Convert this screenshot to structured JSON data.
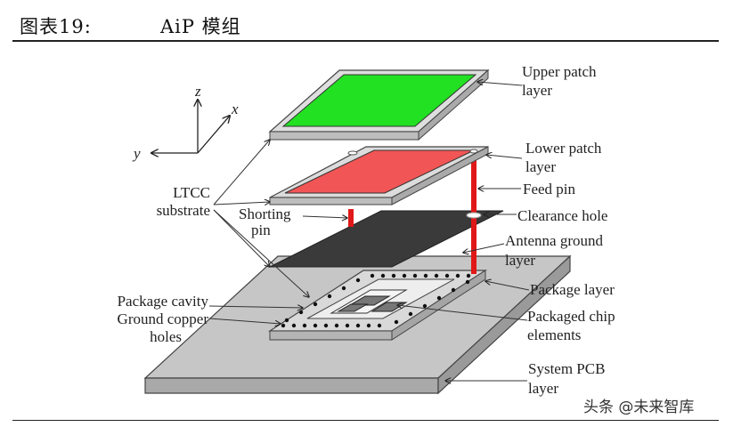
{
  "caption": {
    "figure_no": "图表19:",
    "title": "AiP 模组"
  },
  "watermark": "头条 @未来智库",
  "axes": {
    "z": "z",
    "x": "x",
    "y": "y"
  },
  "labels": {
    "upper_patch_1": "Upper patch",
    "upper_patch_2": "layer",
    "lower_patch_1": "Lower patch",
    "lower_patch_2": "layer",
    "feed_pin": "Feed pin",
    "clearance_hole": "Clearance hole",
    "antenna_ground_1": "Antenna ground",
    "antenna_ground_2": "layer",
    "package_layer": "Package layer",
    "packaged_chip_1": "Packaged chip",
    "packaged_chip_2": "elements",
    "system_pcb_1": "System PCB",
    "system_pcb_2": "layer",
    "ltcc_1": "LTCC",
    "ltcc_2": "substrate",
    "shorting_1": "Shorting",
    "shorting_2": "pin",
    "package_cavity": "Package cavity",
    "ground_copper_1": "Ground copper",
    "ground_copper_2": "holes"
  },
  "colors": {
    "upper_patch": "#22e022",
    "lower_patch": "#f25555",
    "ground_layer": "#3a3a3a",
    "substrate": "#cfcfcf",
    "pcb": "#c8c8c8",
    "pin": "#e01818"
  }
}
